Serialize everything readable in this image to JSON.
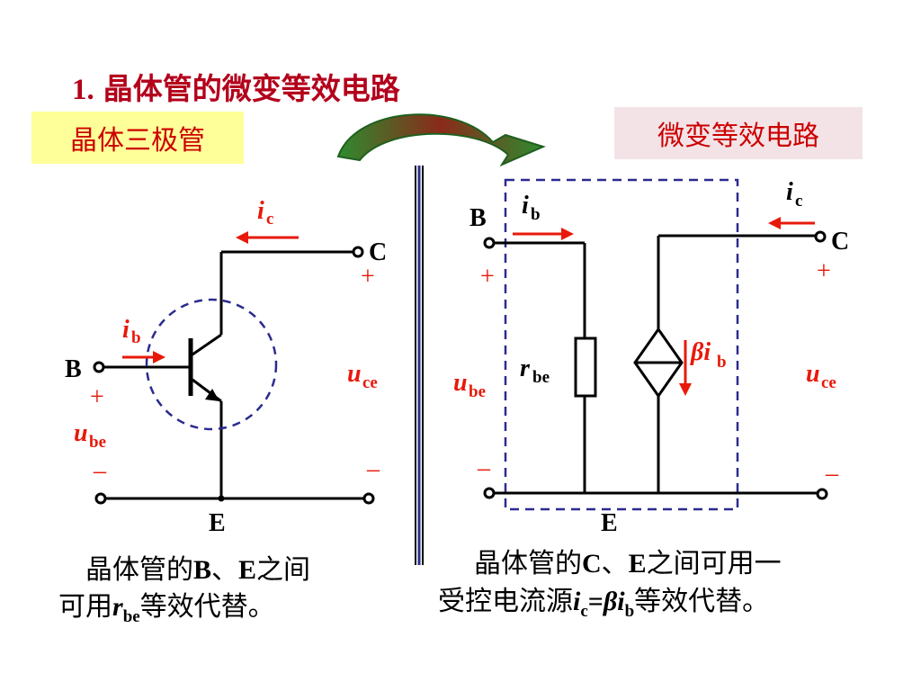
{
  "title": {
    "number": "1.",
    "text": "晶体管的微变等效电路"
  },
  "left_box": "晶体三极管",
  "right_box": "微变等效电路",
  "left_circuit": {
    "node_b": "B",
    "node_c": "C",
    "node_e": "E",
    "ic": "i",
    "ic_sub": "c",
    "ib": "i",
    "ib_sub": "b",
    "ube": "u",
    "ube_sub": "be",
    "uce": "u",
    "uce_sub": "ce",
    "plus": "+",
    "minus": "–"
  },
  "right_circuit": {
    "node_b": "B",
    "node_c": "C",
    "node_e": "E",
    "ib": "i",
    "ib_sub": "b",
    "ic": "i",
    "ic_sub": "c",
    "rbe": "r",
    "rbe_sub": "be",
    "beta_ib": "βi",
    "beta_ib_sub": "b",
    "ube": "u",
    "ube_sub": "be",
    "uce": "u",
    "uce_sub": "ce",
    "plus": "+",
    "minus": "–"
  },
  "desc_left": {
    "line1_a": "晶体管的",
    "line1_b": "B",
    "line1_c": "、",
    "line1_d": "E",
    "line1_e": "之间",
    "line2_a": "可用",
    "line2_r": "r",
    "line2_sub": "be",
    "line2_b": "等效代替。"
  },
  "desc_right": {
    "line1_a": "晶体管的",
    "line1_b": "C",
    "line1_c": "、",
    "line1_d": "E",
    "line1_e": "之间可用一",
    "line2_a": "受控电流源",
    "line2_i": "i",
    "line2_sub1": "c",
    "line2_eq": "=",
    "line2_beta": "βi",
    "line2_sub2": "b",
    "line2_b": "等效代替。"
  },
  "colors": {
    "title": "#b3001b",
    "red": "#e8190a",
    "blue_dash": "#2b2b8f",
    "box_left": "#ffff99",
    "box_right": "#f3e3e7"
  }
}
